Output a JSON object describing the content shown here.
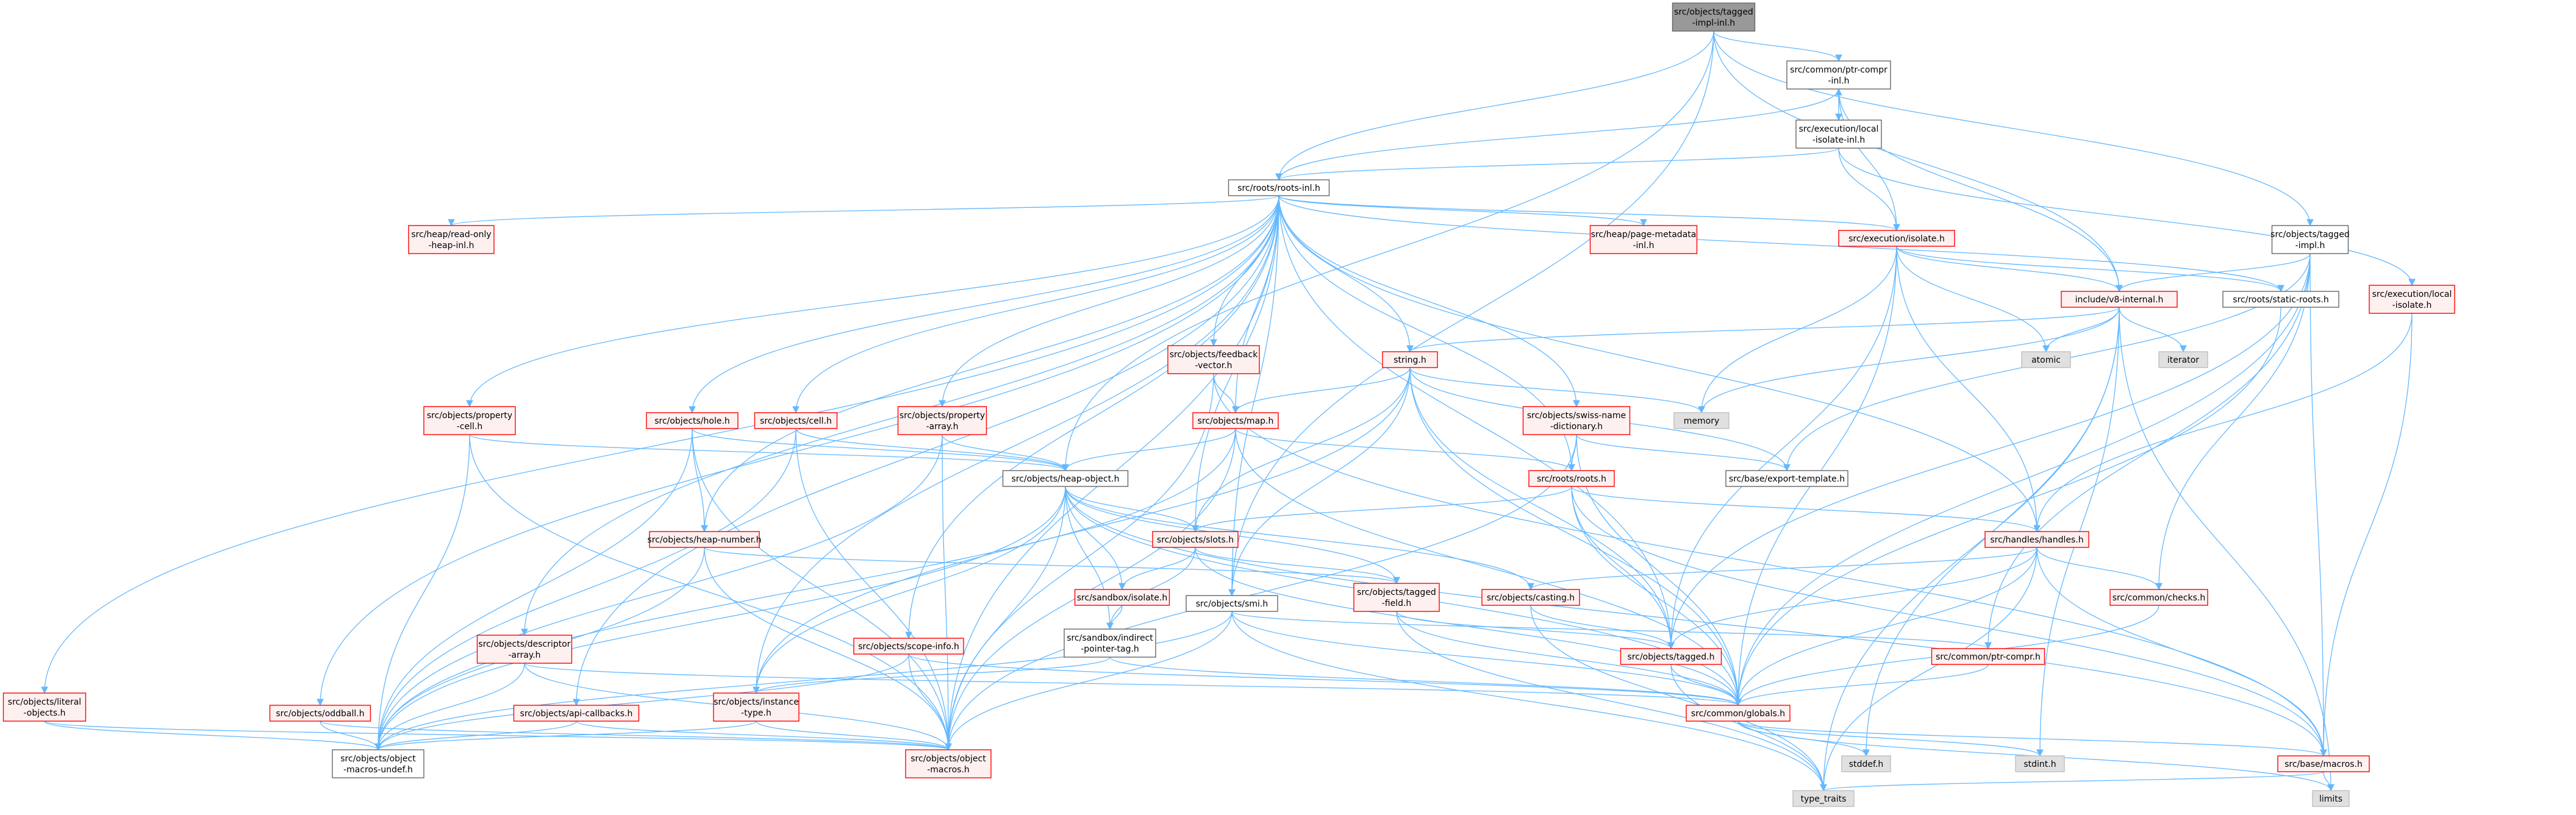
{
  "colors": {
    "edge": "#63b8ff",
    "root_fill": "#999999",
    "red_border": "#ff0000",
    "red_fill": "#fff0f0",
    "black_border": "#666666",
    "gray_fill": "#e0e0e0"
  },
  "nodes": [
    {
      "id": "root",
      "lines": [
        "src/objects/tagged",
        "-impl-inl.h"
      ],
      "style": "root"
    },
    {
      "id": "ptr_compr_inl",
      "lines": [
        "src/common/ptr-compr",
        "-inl.h"
      ],
      "style": "black"
    },
    {
      "id": "exec_local_isolate_inl",
      "lines": [
        "src/execution/local",
        "-isolate-inl.h"
      ],
      "style": "black"
    },
    {
      "id": "roots_inl",
      "lines": [
        "src/roots/roots-inl.h"
      ],
      "style": "black"
    },
    {
      "id": "tagged_impl",
      "lines": [
        "src/objects/tagged",
        "-impl.h"
      ],
      "style": "black"
    },
    {
      "id": "read_only_heap_inl",
      "lines": [
        "src/heap/read-only",
        "-heap-inl.h"
      ],
      "style": "red"
    },
    {
      "id": "page_metadata_inl",
      "lines": [
        "src/heap/page-metadata",
        "-inl.h"
      ],
      "style": "red"
    },
    {
      "id": "execution_isolate",
      "lines": [
        "src/execution/isolate.h"
      ],
      "style": "red"
    },
    {
      "id": "v8_internal",
      "lines": [
        "include/v8-internal.h"
      ],
      "style": "red"
    },
    {
      "id": "static_roots",
      "lines": [
        "src/roots/static-roots.h"
      ],
      "style": "black"
    },
    {
      "id": "exec_local_isolate",
      "lines": [
        "src/execution/local",
        "-isolate.h"
      ],
      "style": "red"
    },
    {
      "id": "atomic",
      "lines": [
        "atomic"
      ],
      "style": "gray"
    },
    {
      "id": "iterator",
      "lines": [
        "iterator"
      ],
      "style": "gray"
    },
    {
      "id": "memory",
      "lines": [
        "memory"
      ],
      "style": "gray"
    },
    {
      "id": "string_h",
      "lines": [
        "string.h"
      ],
      "style": "red"
    },
    {
      "id": "feedback_vector",
      "lines": [
        "src/objects/feedback",
        "-vector.h"
      ],
      "style": "red"
    },
    {
      "id": "property_cell",
      "lines": [
        "src/objects/property",
        "-cell.h"
      ],
      "style": "red"
    },
    {
      "id": "hole",
      "lines": [
        "src/objects/hole.h"
      ],
      "style": "red"
    },
    {
      "id": "cell",
      "lines": [
        "src/objects/cell.h"
      ],
      "style": "red"
    },
    {
      "id": "property_array",
      "lines": [
        "src/objects/property",
        "-array.h"
      ],
      "style": "red"
    },
    {
      "id": "map",
      "lines": [
        "src/objects/map.h"
      ],
      "style": "red"
    },
    {
      "id": "swiss_name_dict",
      "lines": [
        "src/objects/swiss-name",
        "-dictionary.h"
      ],
      "style": "red"
    },
    {
      "id": "export_template",
      "lines": [
        "src/base/export-template.h"
      ],
      "style": "black"
    },
    {
      "id": "heap_object",
      "lines": [
        "src/objects/heap-object.h"
      ],
      "style": "black"
    },
    {
      "id": "roots_h",
      "lines": [
        "src/roots/roots.h"
      ],
      "style": "red"
    },
    {
      "id": "heap_number",
      "lines": [
        "src/objects/heap-number.h"
      ],
      "style": "red"
    },
    {
      "id": "slots",
      "lines": [
        "src/objects/slots.h"
      ],
      "style": "red"
    },
    {
      "id": "handles",
      "lines": [
        "src/handles/handles.h"
      ],
      "style": "red"
    },
    {
      "id": "sandbox_isolate",
      "lines": [
        "src/sandbox/isolate.h"
      ],
      "style": "red"
    },
    {
      "id": "smi",
      "lines": [
        "src/objects/smi.h"
      ],
      "style": "black"
    },
    {
      "id": "tagged_field",
      "lines": [
        "src/objects/tagged",
        "-field.h"
      ],
      "style": "red"
    },
    {
      "id": "casting",
      "lines": [
        "src/objects/casting.h"
      ],
      "style": "red"
    },
    {
      "id": "checks",
      "lines": [
        "src/common/checks.h"
      ],
      "style": "red"
    },
    {
      "id": "indirect_pointer_tag",
      "lines": [
        "src/sandbox/indirect",
        "-pointer-tag.h"
      ],
      "style": "black"
    },
    {
      "id": "scope_info",
      "lines": [
        "src/objects/scope-info.h"
      ],
      "style": "red"
    },
    {
      "id": "descriptor_array",
      "lines": [
        "src/objects/descriptor",
        "-array.h"
      ],
      "style": "red"
    },
    {
      "id": "objects_tagged",
      "lines": [
        "src/objects/tagged.h"
      ],
      "style": "red"
    },
    {
      "id": "ptr_compr",
      "lines": [
        "src/common/ptr-compr.h"
      ],
      "style": "red"
    },
    {
      "id": "literal_objects",
      "lines": [
        "src/objects/literal",
        "-objects.h"
      ],
      "style": "red"
    },
    {
      "id": "oddball",
      "lines": [
        "src/objects/oddball.h"
      ],
      "style": "red"
    },
    {
      "id": "api_callbacks",
      "lines": [
        "src/objects/api-callbacks.h"
      ],
      "style": "red"
    },
    {
      "id": "instance_type",
      "lines": [
        "src/objects/instance",
        "-type.h"
      ],
      "style": "red"
    },
    {
      "id": "globals",
      "lines": [
        "src/common/globals.h"
      ],
      "style": "red"
    },
    {
      "id": "object_macros_undef",
      "lines": [
        "src/objects/object",
        "-macros-undef.h"
      ],
      "style": "black"
    },
    {
      "id": "object_macros",
      "lines": [
        "src/objects/object",
        "-macros.h"
      ],
      "style": "red"
    },
    {
      "id": "stddef",
      "lines": [
        "stddef.h"
      ],
      "style": "gray"
    },
    {
      "id": "stdint",
      "lines": [
        "stdint.h"
      ],
      "style": "gray"
    },
    {
      "id": "base_macros",
      "lines": [
        "src/base/macros.h"
      ],
      "style": "red"
    },
    {
      "id": "type_traits",
      "lines": [
        "type_traits"
      ],
      "style": "gray"
    },
    {
      "id": "limits",
      "lines": [
        "limits"
      ],
      "style": "gray"
    }
  ],
  "edges": [
    [
      "root",
      "ptr_compr_inl"
    ],
    [
      "root",
      "roots_inl"
    ],
    [
      "root",
      "tagged_impl"
    ],
    [
      "root",
      "heap_object"
    ],
    [
      "root",
      "v8_internal"
    ],
    [
      "root",
      "smi"
    ],
    [
      "ptr_compr_inl",
      "exec_local_isolate_inl"
    ],
    [
      "ptr_compr_inl",
      "execution_isolate"
    ],
    [
      "ptr_compr_inl",
      "v8_internal"
    ],
    [
      "exec_local_isolate_inl",
      "roots_inl"
    ],
    [
      "exec_local_isolate_inl",
      "execution_isolate"
    ],
    [
      "exec_local_isolate_inl",
      "exec_local_isolate"
    ],
    [
      "roots_inl",
      "ptr_compr_inl"
    ],
    [
      "roots_inl",
      "read_only_heap_inl"
    ],
    [
      "roots_inl",
      "page_metadata_inl"
    ],
    [
      "roots_inl",
      "execution_isolate"
    ],
    [
      "roots_inl",
      "string_h"
    ],
    [
      "roots_inl",
      "feedback_vector"
    ],
    [
      "roots_inl",
      "property_cell"
    ],
    [
      "roots_inl",
      "hole"
    ],
    [
      "roots_inl",
      "cell"
    ],
    [
      "roots_inl",
      "property_array"
    ],
    [
      "roots_inl",
      "map"
    ],
    [
      "roots_inl",
      "swiss_name_dict"
    ],
    [
      "roots_inl",
      "roots_h"
    ],
    [
      "roots_inl",
      "handles"
    ],
    [
      "roots_inl",
      "slots"
    ],
    [
      "roots_inl",
      "smi"
    ],
    [
      "roots_inl",
      "scope_info"
    ],
    [
      "roots_inl",
      "descriptor_array"
    ],
    [
      "roots_inl",
      "literal_objects"
    ],
    [
      "roots_inl",
      "oddball"
    ],
    [
      "roots_inl",
      "api_callbacks"
    ],
    [
      "roots_inl",
      "instance_type"
    ],
    [
      "roots_inl",
      "object_macros"
    ],
    [
      "roots_inl",
      "heap_number"
    ],
    [
      "roots_inl",
      "static_roots"
    ],
    [
      "roots_inl",
      "objects_tagged"
    ],
    [
      "tagged_impl",
      "v8_internal"
    ],
    [
      "tagged_impl",
      "checks"
    ],
    [
      "tagged_impl",
      "globals"
    ],
    [
      "tagged_impl",
      "objects_tagged"
    ],
    [
      "tagged_impl",
      "base_macros"
    ],
    [
      "tagged_impl",
      "ptr_compr"
    ],
    [
      "tagged_impl",
      "export_template"
    ],
    [
      "execution_isolate",
      "v8_internal"
    ],
    [
      "execution_isolate",
      "atomic"
    ],
    [
      "execution_isolate",
      "memory"
    ],
    [
      "execution_isolate",
      "handles"
    ],
    [
      "execution_isolate",
      "static_roots"
    ],
    [
      "execution_isolate",
      "objects_tagged"
    ],
    [
      "execution_isolate",
      "globals"
    ],
    [
      "v8_internal",
      "atomic"
    ],
    [
      "v8_internal",
      "iterator"
    ],
    [
      "v8_internal",
      "memory"
    ],
    [
      "v8_internal",
      "string_h"
    ],
    [
      "v8_internal",
      "stddef"
    ],
    [
      "v8_internal",
      "stdint"
    ],
    [
      "v8_internal",
      "type_traits"
    ],
    [
      "v8_internal",
      "limits"
    ],
    [
      "exec_local_isolate",
      "handles"
    ],
    [
      "exec_local_isolate",
      "base_macros"
    ],
    [
      "static_roots",
      "globals"
    ],
    [
      "string_h",
      "map"
    ],
    [
      "string_h",
      "slots"
    ],
    [
      "string_h",
      "smi"
    ],
    [
      "string_h",
      "objects_tagged"
    ],
    [
      "string_h",
      "globals"
    ],
    [
      "string_h",
      "instance_type"
    ],
    [
      "string_h",
      "export_template"
    ],
    [
      "string_h",
      "memory"
    ],
    [
      "feedback_vector",
      "map"
    ],
    [
      "feedback_vector",
      "object_macros"
    ],
    [
      "feedback_vector",
      "base_macros"
    ],
    [
      "property_cell",
      "heap_object"
    ],
    [
      "property_cell",
      "object_macros"
    ],
    [
      "property_cell",
      "object_macros_undef"
    ],
    [
      "hole",
      "heap_object"
    ],
    [
      "hole",
      "heap_number"
    ],
    [
      "hole",
      "object_macros"
    ],
    [
      "hole",
      "object_macros_undef"
    ],
    [
      "cell",
      "heap_object"
    ],
    [
      "cell",
      "object_macros"
    ],
    [
      "cell",
      "object_macros_undef"
    ],
    [
      "property_array",
      "heap_object"
    ],
    [
      "property_array",
      "object_macros"
    ],
    [
      "property_array",
      "object_macros_undef"
    ],
    [
      "map",
      "heap_object"
    ],
    [
      "map",
      "roots_h"
    ],
    [
      "map",
      "globals"
    ],
    [
      "map",
      "object_macros"
    ],
    [
      "map",
      "object_macros_undef"
    ],
    [
      "swiss_name_dict",
      "roots_h"
    ],
    [
      "swiss_name_dict",
      "globals"
    ],
    [
      "swiss_name_dict",
      "object_macros"
    ],
    [
      "swiss_name_dict",
      "export_template"
    ],
    [
      "heap_object",
      "slots"
    ],
    [
      "heap_object",
      "tagged_field"
    ],
    [
      "heap_object",
      "casting"
    ],
    [
      "heap_object",
      "sandbox_isolate"
    ],
    [
      "heap_object",
      "indirect_pointer_tag"
    ],
    [
      "heap_object",
      "instance_type"
    ],
    [
      "heap_object",
      "globals"
    ],
    [
      "heap_object",
      "object_macros"
    ],
    [
      "heap_object",
      "object_macros_undef"
    ],
    [
      "heap_object",
      "base_macros"
    ],
    [
      "roots_h",
      "handles"
    ],
    [
      "roots_h",
      "slots"
    ],
    [
      "roots_h",
      "objects_tagged"
    ],
    [
      "roots_h",
      "globals"
    ],
    [
      "roots_h",
      "base_macros"
    ],
    [
      "heap_number",
      "tagged_field"
    ],
    [
      "heap_number",
      "object_macros"
    ],
    [
      "heap_number",
      "object_macros_undef"
    ],
    [
      "slots",
      "sandbox_isolate"
    ],
    [
      "slots",
      "indirect_pointer_tag"
    ],
    [
      "slots",
      "globals"
    ],
    [
      "slots",
      "tagged_field"
    ],
    [
      "handles",
      "casting"
    ],
    [
      "handles",
      "checks"
    ],
    [
      "handles",
      "objects_tagged"
    ],
    [
      "handles",
      "globals"
    ],
    [
      "handles",
      "base_macros"
    ],
    [
      "handles",
      "type_traits"
    ],
    [
      "sandbox_isolate",
      "indirect_pointer_tag"
    ],
    [
      "smi",
      "ptr_compr"
    ],
    [
      "smi",
      "globals"
    ],
    [
      "smi",
      "object_macros"
    ],
    [
      "smi",
      "object_macros_undef"
    ],
    [
      "smi",
      "type_traits"
    ],
    [
      "tagged_field",
      "objects_tagged"
    ],
    [
      "tagged_field",
      "globals"
    ],
    [
      "tagged_field",
      "type_traits"
    ],
    [
      "casting",
      "objects_tagged"
    ],
    [
      "casting",
      "type_traits"
    ],
    [
      "checks",
      "globals"
    ],
    [
      "indirect_pointer_tag",
      "instance_type"
    ],
    [
      "indirect_pointer_tag",
      "globals"
    ],
    [
      "scope_info",
      "globals"
    ],
    [
      "scope_info",
      "object_macros"
    ],
    [
      "scope_info",
      "object_macros_undef"
    ],
    [
      "descriptor_array",
      "globals"
    ],
    [
      "descriptor_array",
      "object_macros"
    ],
    [
      "descriptor_array",
      "object_macros_undef"
    ],
    [
      "objects_tagged",
      "globals"
    ],
    [
      "objects_tagged",
      "type_traits"
    ],
    [
      "ptr_compr",
      "globals"
    ],
    [
      "literal_objects",
      "object_macros"
    ],
    [
      "literal_objects",
      "object_macros_undef"
    ],
    [
      "oddball",
      "object_macros"
    ],
    [
      "oddball",
      "object_macros_undef"
    ],
    [
      "api_callbacks",
      "object_macros"
    ],
    [
      "api_callbacks",
      "object_macros_undef"
    ],
    [
      "instance_type",
      "object_macros"
    ],
    [
      "instance_type",
      "object_macros_undef"
    ],
    [
      "globals",
      "stddef"
    ],
    [
      "globals",
      "stdint"
    ],
    [
      "globals",
      "base_macros"
    ],
    [
      "globals",
      "limits"
    ],
    [
      "base_macros",
      "type_traits"
    ],
    [
      "base_macros",
      "limits"
    ]
  ]
}
